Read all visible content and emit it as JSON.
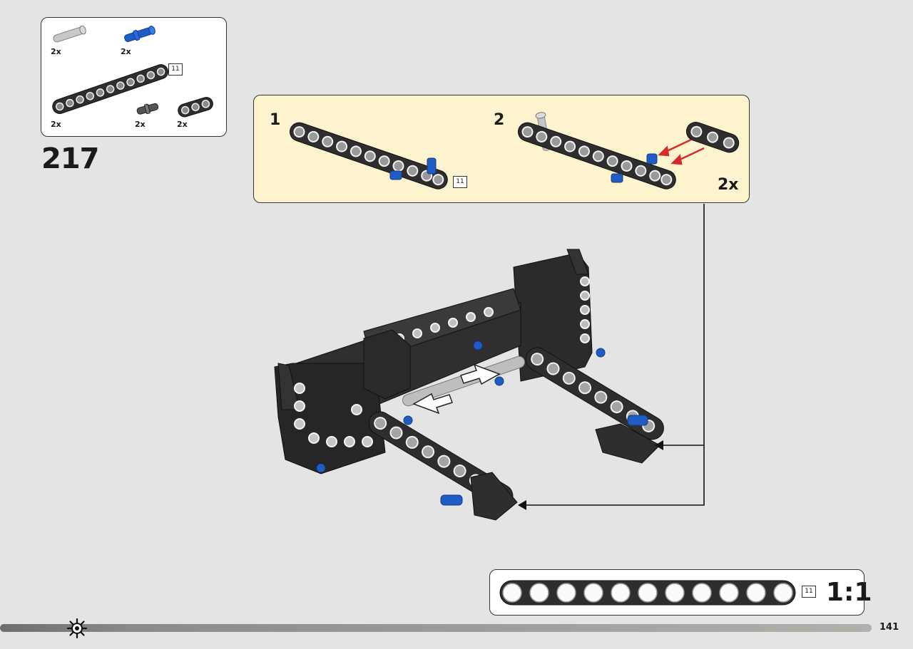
{
  "parts_list": {
    "items": [
      {
        "part": "grey-axle-pin",
        "qty": "2x"
      },
      {
        "part": "blue-axle-pin",
        "qty": "2x"
      },
      {
        "part": "beam-11",
        "qty": "2x",
        "length_tag": "11"
      },
      {
        "part": "short-pin",
        "qty": "2x"
      },
      {
        "part": "beam-3",
        "qty": "2x"
      }
    ]
  },
  "step": {
    "number": "217"
  },
  "callout": {
    "substeps": [
      "1",
      "2"
    ],
    "length_tag": "11",
    "multiplier": "2x"
  },
  "scale": {
    "length_tag": "11",
    "label": "1:1"
  },
  "footer": {
    "page_number": "141"
  },
  "colors": {
    "background": "#e4e4e4",
    "callout_bg": "#fdf3cf",
    "beam_black": "#2e2e2e",
    "pin_blue": "#1f5cc4",
    "pin_grey": "#b9b9b9",
    "arrow_red": "#d42b2b"
  },
  "icons": [
    "sun-logo-icon",
    "insertion-arrow-icon",
    "placement-pointer-icon"
  ]
}
